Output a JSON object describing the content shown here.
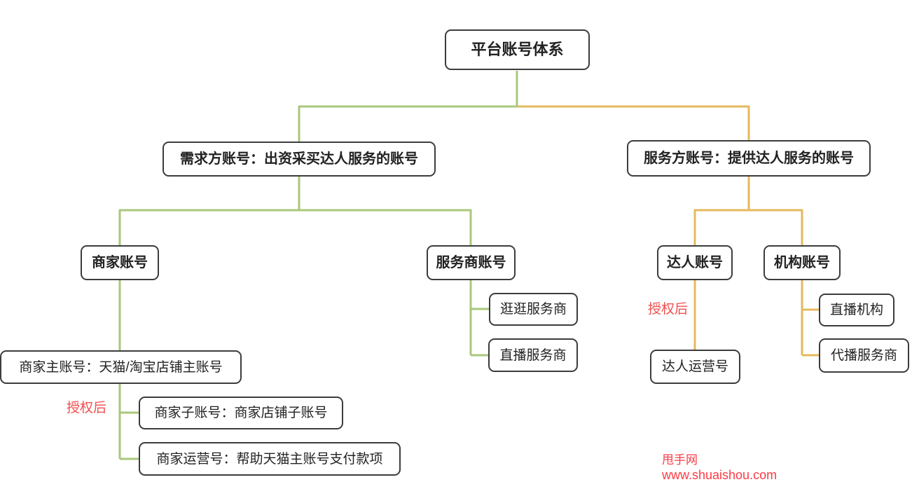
{
  "title": "平台账号体系",
  "colors": {
    "left_branch": "#a9c77c",
    "right_branch": "#e4b95e",
    "node_border": "#3c3c3c",
    "node_text": "#222222",
    "annotation_red": "#f24e4e",
    "watermark_red": "#fb3a44"
  },
  "nodes": {
    "root": "平台账号体系",
    "demand_branch": "需求方账号：出资采买达人服务的账号",
    "service_branch": "服务方账号：提供达人服务的账号",
    "merchant": "商家账号",
    "service_provider": "服务商账号",
    "talent": "达人账号",
    "agency": "机构账号",
    "guang_provider": "逛逛服务商",
    "live_provider": "直播服务商",
    "merchant_main": "商家主账号：天猫/淘宝店铺主账号",
    "merchant_sub": "商家子账号：商家店铺子账号",
    "merchant_op": "商家运营号：帮助天猫主账号支付款项",
    "talent_op": "达人运营号",
    "live_agency": "直播机构",
    "proxy_live_provider": "代播服务商"
  },
  "annotations": {
    "authorized_left": "授权后",
    "authorized_right": "授权后"
  },
  "watermark": {
    "site_name": "甩手网",
    "site_url": "www.shuaishou.com"
  }
}
